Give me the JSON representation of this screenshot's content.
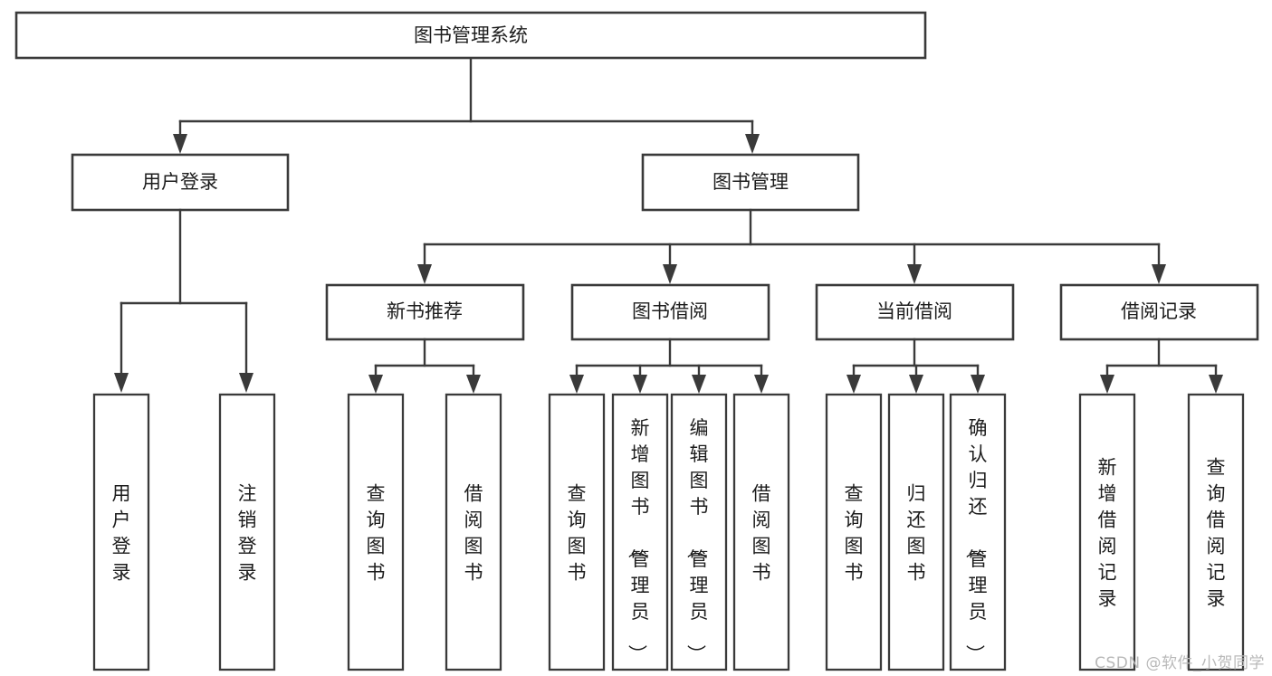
{
  "diagram": {
    "type": "tree",
    "title": "图书管理系统",
    "watermark": "CSDN @软件_小贺同学",
    "colors": {
      "stroke": "#3a3a3a",
      "fill": "#ffffff",
      "text": "#1c1c1c",
      "watermark": "#b9b9b9",
      "background": "#ffffff"
    },
    "root": {
      "label": "图书管理系统"
    },
    "level2": [
      {
        "id": "user-login",
        "label": "用户登录"
      },
      {
        "id": "book-manage",
        "label": "图书管理"
      }
    ],
    "level3": [
      {
        "id": "new-book-recommend",
        "label": "新书推荐",
        "parent": "book-manage"
      },
      {
        "id": "book-borrow",
        "label": "图书借阅",
        "parent": "book-manage"
      },
      {
        "id": "current-borrow",
        "label": "当前借阅",
        "parent": "book-manage"
      },
      {
        "id": "borrow-record",
        "label": "借阅记录",
        "parent": "book-manage"
      }
    ],
    "leaves": {
      "user-login": [
        {
          "id": "leaf-user-login",
          "label": "用户登录"
        },
        {
          "id": "leaf-user-logout",
          "label": "注销登录"
        }
      ],
      "new-book-recommend": [
        {
          "id": "leaf-query-book-1",
          "label": "查询图书"
        },
        {
          "id": "leaf-borrow-book-1",
          "label": "借阅图书"
        }
      ],
      "book-borrow": [
        {
          "id": "leaf-query-book-2",
          "label": "查询图书"
        },
        {
          "id": "leaf-add-book",
          "label": "新增图书（管理员）"
        },
        {
          "id": "leaf-edit-book",
          "label": "编辑图书（管理员）"
        },
        {
          "id": "leaf-borrow-book-2",
          "label": "借阅图书"
        }
      ],
      "current-borrow": [
        {
          "id": "leaf-query-book-3",
          "label": "查询图书"
        },
        {
          "id": "leaf-return-book",
          "label": "归还图书"
        },
        {
          "id": "leaf-confirm-return",
          "label": "确认归还（管理员）"
        }
      ],
      "borrow-record": [
        {
          "id": "leaf-add-record",
          "label": "新增借阅记录"
        },
        {
          "id": "leaf-query-record",
          "label": "查询借阅记录"
        }
      ]
    }
  }
}
